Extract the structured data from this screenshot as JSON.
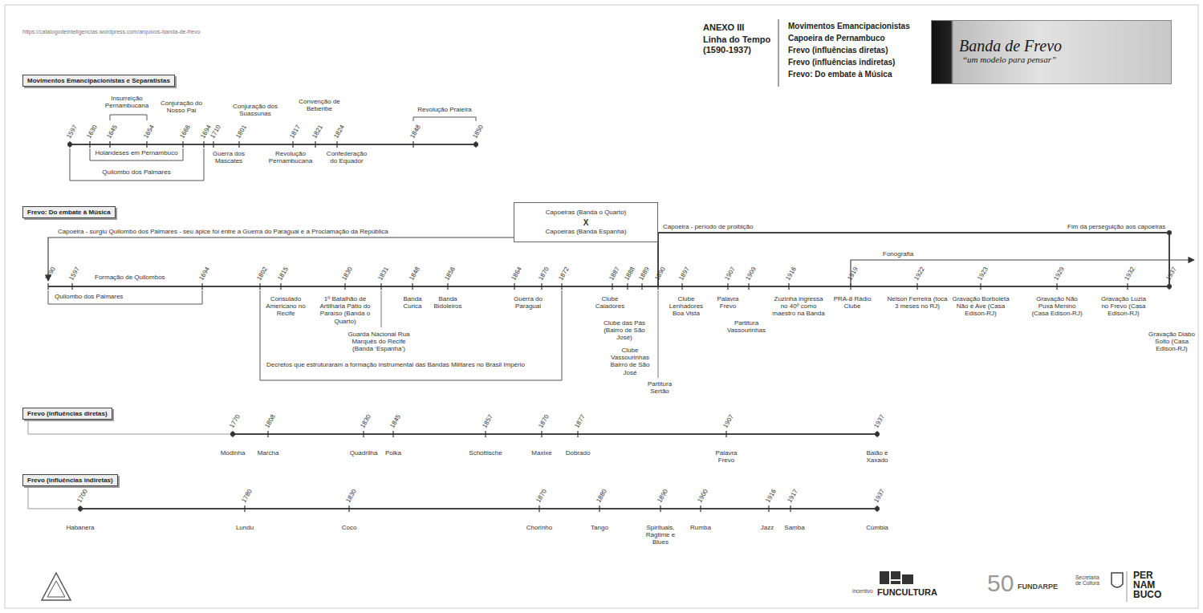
{
  "diagram": {
    "title": "Linha do Tempo (1590-1937)",
    "nodes": [
      {
        "text": [
          "Banda de Frevo",
          "“um modelo para pensar”"
        ]
      },
      {
        "text": [
          "Movimentos Emancipacionistas e Separatistas"
        ]
      },
      {
        "text": [
          "Frevo: Do embate à Música"
        ]
      },
      {
        "text": [
          "Capoeiras (Banda o Quarto)",
          "X",
          "Capoeiras (Banda Espanha)"
        ]
      },
      {
        "text": [
          "Frevo (influências diretas)"
        ]
      },
      {
        "text": [
          "Frevo (influências indiretas)"
        ]
      }
    ],
    "labels": [
      "https://catalogodeinteligencias.wordpress.com/arquivos-banda-de-frevo",
      "ANEXO III",
      "Movimentos Emancipacionistas",
      "Capoeira de Pernambuco",
      "Frevo (influências diretas)",
      "Frevo (influências indiretas)",
      "Frevo: Do embate à Música",
      "1597",
      "1630",
      "1645",
      "1654",
      "1666",
      "1694",
      "1710",
      "1801",
      "1817",
      "1821",
      "1824",
      "1848",
      "1850",
      "Insurreição Pernambucana",
      "Conjuração do Nosso Pai",
      "Conjuração dos Suassunas",
      "Convenção de Beberibe",
      "Revolução Praieira",
      "Holandeses em Pernambuco",
      "Quilombo dos Palmares",
      "Guerra dos Mascates",
      "Revolução Pernambucana",
      "Confederação do Equador",
      "1590",
      "1597",
      "1694",
      "1802",
      "1815",
      "1830",
      "1831",
      "1848",
      "1856",
      "1864",
      "1870",
      "1872",
      "1887",
      "1888",
      "1889",
      "1890",
      "1897",
      "1907",
      "1909",
      "1916",
      "1919",
      "1922",
      "1923",
      "1929",
      "1932",
      "1937",
      "Formação de Quilombos",
      "Quilombo dos Palmares",
      "Consulado Americano no Recife",
      "1º Batalhão de Artilharia Pátio do Paraíso (Banda o Quarto)",
      "Guarda Nacional Rua Marquês do Recife (Banda ‘Espanha’)",
      "Banda Curica",
      "Banda Bidoleiros",
      "Guerra do Paraguai",
      "Decretos que estruturaram a formação instrumental das Bandas Militares no Brasil Império",
      "Clube Caiadores",
      "Clube das Pás (Bairro de São José)",
      "Clube Vassourinhas Bairro de São José",
      "Partitura Sertão",
      "Clube Lenhadores Boa Vista",
      "Palavra Frevo",
      "Partitura Vassourinhas",
      "Zuzinha ingressa no 40º como maestro na Banda",
      "PRA-8 Rádio Clube",
      "Nelson Ferreira (toca 3 meses no RJ)",
      "Gravação Borboleta Não é Ave (Casa Edison-RJ)",
      "Gravação Não Puxa Menino (Casa Edison-RJ)",
      "Gravação Luzia no Frevo (Casa Edison-RJ)",
      "Gravação Diabo Solto (Casa Edison-RJ)",
      "Capoeira - surgiu Quilombo dos Palmares - seu ápice foi entre a Guerra do Paraguai e a Proclamação da República",
      "Capoeira - período de proibição",
      "Fim da perseguição aos capoeiras",
      "Fonografia",
      "1770",
      "1808",
      "1830",
      "1845",
      "1857",
      "1870",
      "1877",
      "1907",
      "1937",
      "Modinha",
      "Marcha",
      "Quadrilha",
      "Polka",
      "Schottische",
      "Maxixe",
      "Dobrado",
      "Palavra Frevo",
      "Baião e Xaxado",
      "1700",
      "1780",
      "1830",
      "1870",
      "1880",
      "1890",
      "1900",
      "1916",
      "1917",
      "1937",
      "Habanera",
      "Lundu",
      "Coco",
      "Chorinho",
      "Tango",
      "Spirituals, Ragtime e Blues",
      "Rumba",
      "Jazz",
      "Samba",
      "Cúmbia",
      "incentivo",
      "FUNCULTURA",
      "50",
      "FUNDARPE",
      "Secretaria de Cultura",
      "PER NAM BUCO"
    ]
  }
}
